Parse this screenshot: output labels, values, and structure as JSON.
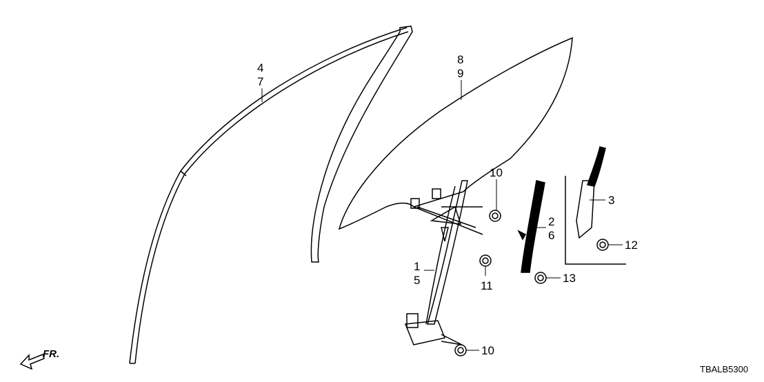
{
  "diagram": {
    "callouts": {
      "c4": "4",
      "c7": "7",
      "c8": "8",
      "c9": "9",
      "c10a": "10",
      "c10b": "10",
      "c2": "2",
      "c6": "6",
      "c3": "3",
      "c12": "12",
      "c1": "1",
      "c5": "5",
      "c11": "11",
      "c13": "13"
    },
    "direction_label": "FR.",
    "diagram_code": "TBALB5300"
  }
}
